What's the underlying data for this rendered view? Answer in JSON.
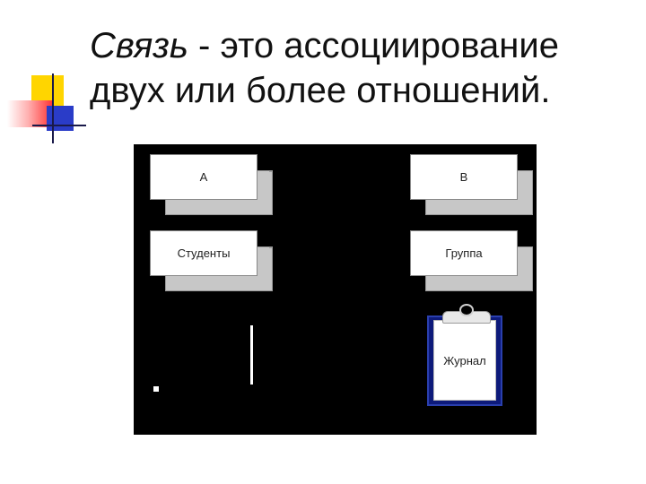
{
  "slide": {
    "title_term": "Связь",
    "title_rest_line1": " - это ассоциирование",
    "title_line2": "двух или более отношений."
  },
  "diagram": {
    "box_a": "A",
    "box_b": "B",
    "box_students": "Студенты",
    "box_group": "Группа",
    "box_journal": "Журнал"
  },
  "colors": {
    "diagram_background": "#000000",
    "clipboard": "#0d1a7a",
    "ornament_yellow": "#ffd500",
    "ornament_red": "#ff2d2d",
    "ornament_blue": "#2a3cc8"
  }
}
